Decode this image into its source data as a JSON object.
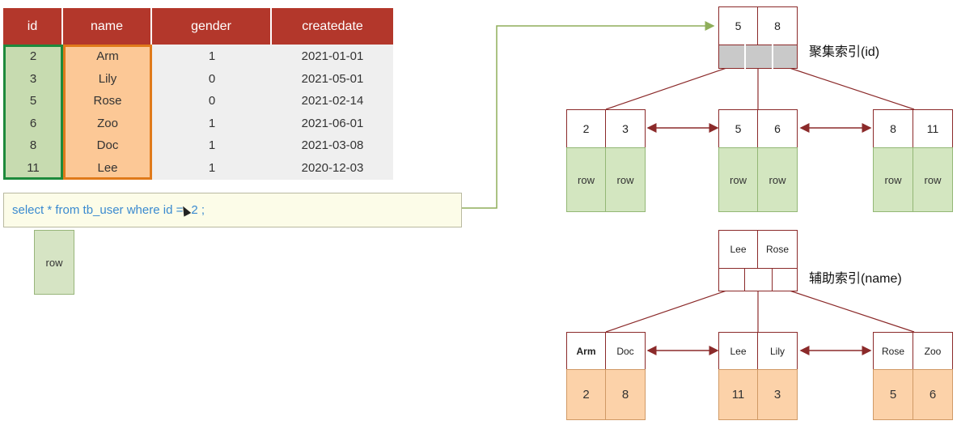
{
  "table": {
    "headers": [
      "id",
      "name",
      "gender",
      "createdate"
    ],
    "rows": [
      {
        "id": "2",
        "name": "Arm",
        "gender": "1",
        "createdate": "2021-01-01"
      },
      {
        "id": "3",
        "name": "Lily",
        "gender": "0",
        "createdate": "2021-05-01"
      },
      {
        "id": "5",
        "name": "Rose",
        "gender": "0",
        "createdate": "2021-02-14"
      },
      {
        "id": "6",
        "name": "Zoo",
        "gender": "1",
        "createdate": "2021-06-01"
      },
      {
        "id": "8",
        "name": "Doc",
        "gender": "1",
        "createdate": "2021-03-08"
      },
      {
        "id": "11",
        "name": "Lee",
        "gender": "1",
        "createdate": "2020-12-03"
      }
    ]
  },
  "query": {
    "before": "select * from tb_user where id =",
    "after": "2 ;"
  },
  "result_row_label": "row",
  "clustered": {
    "title": "聚集索引(id)",
    "root": [
      "5",
      "8"
    ],
    "leaves": [
      {
        "keys": [
          "2",
          "3"
        ],
        "data": [
          "row",
          "row"
        ]
      },
      {
        "keys": [
          "5",
          "6"
        ],
        "data": [
          "row",
          "row"
        ]
      },
      {
        "keys": [
          "8",
          "11"
        ],
        "data": [
          "row",
          "row"
        ]
      }
    ]
  },
  "secondary": {
    "title": "辅助索引(name)",
    "root": [
      "Lee",
      "Rose"
    ],
    "leaves": [
      {
        "keys": [
          "Arm",
          "Doc"
        ],
        "data": [
          "2",
          "8"
        ]
      },
      {
        "keys": [
          "Lee",
          "Lily"
        ],
        "data": [
          "11",
          "3"
        ]
      },
      {
        "keys": [
          "Rose",
          "Zoo"
        ],
        "data": [
          "5",
          "6"
        ]
      }
    ]
  },
  "colors": {
    "header": "#b3372b",
    "id_highlight": "#1e8a3c",
    "name_highlight": "#e07a1a",
    "tree_line": "#8b2a2a",
    "arrow": "#8fae5a"
  }
}
